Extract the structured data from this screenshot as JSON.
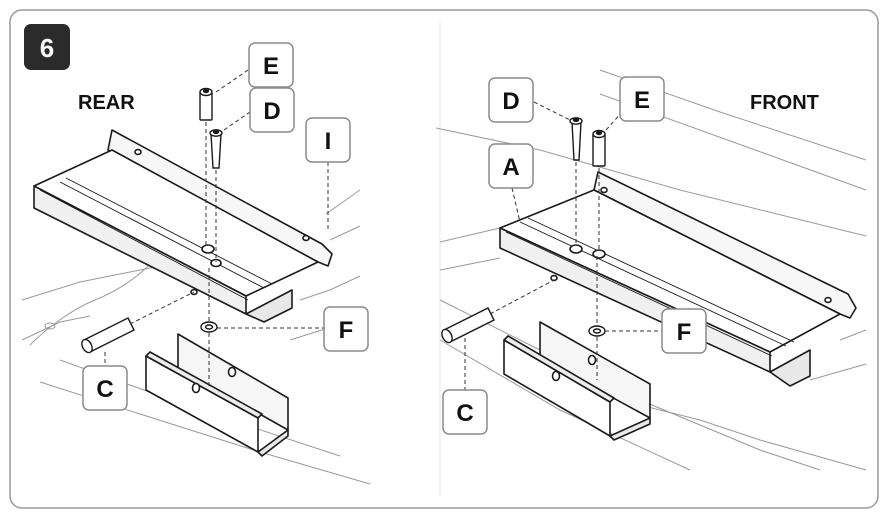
{
  "step": {
    "number": "6"
  },
  "panels": {
    "rear": {
      "title": "REAR"
    },
    "front": {
      "title": "FRONT"
    }
  },
  "callouts": {
    "rear": {
      "e": "E",
      "d": "D",
      "i": "I",
      "f": "F",
      "c": "C"
    },
    "front": {
      "d": "D",
      "e": "E",
      "a": "A",
      "f": "F",
      "c": "C"
    }
  },
  "colors": {
    "badge_fill": "#2b2b2b",
    "badge_text": "#ffffff",
    "callout_border": "#8a8a8a",
    "line_art": "#1a1a1a",
    "background_lines": "#9a9a9a"
  }
}
